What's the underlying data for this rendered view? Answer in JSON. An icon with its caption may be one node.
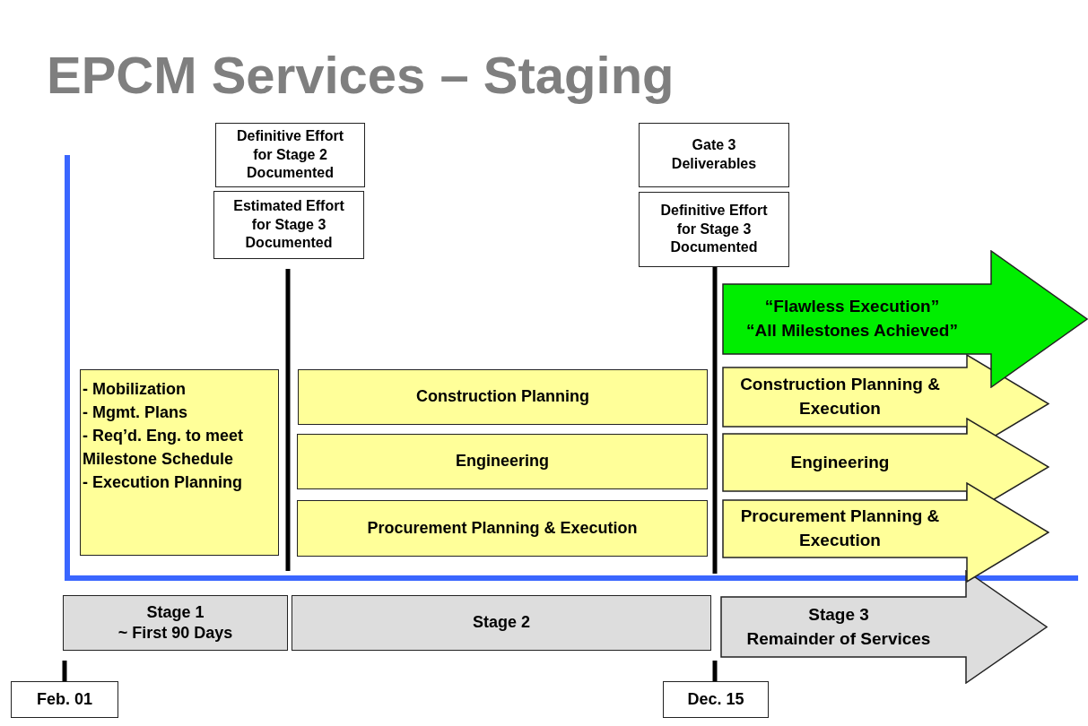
{
  "diagram": {
    "title": "EPCM Services – Staging",
    "nodes": [
      {
        "text": [
          "Definitive Effort for Stage 2 Documented"
        ]
      },
      {
        "text": [
          "Estimated Effort for Stage 3 Documented"
        ]
      },
      {
        "text": [
          "Gate 3 Deliverables"
        ]
      },
      {
        "text": [
          "Definitive Effort for Stage 3 Documented"
        ]
      },
      {
        "text": [
          "“Flawless Execution”",
          "“All Milestones Achieved”"
        ]
      },
      {
        "text": [
          "- Mobilization",
          "- Mgmt. Plans",
          "- Req’d. Eng. to meet Milestone Schedule",
          "- Execution Planning"
        ]
      },
      {
        "text": [
          "Construction Planning"
        ]
      },
      {
        "text": [
          "Construction Planning & Execution"
        ]
      },
      {
        "text": [
          "Engineering"
        ]
      },
      {
        "text": [
          "Engineering"
        ]
      },
      {
        "text": [
          "Procurement Planning & Execution"
        ]
      },
      {
        "text": [
          "Procurement Planning & Execution"
        ]
      },
      {
        "text": [
          "Stage 1",
          "~ First 90 Days"
        ]
      },
      {
        "text": [
          "Stage 2"
        ]
      },
      {
        "text": [
          "Stage 3",
          "Remainder of Services"
        ]
      },
      {
        "text": [
          "Feb. 01"
        ]
      },
      {
        "text": [
          "Dec. 15"
        ]
      }
    ]
  }
}
